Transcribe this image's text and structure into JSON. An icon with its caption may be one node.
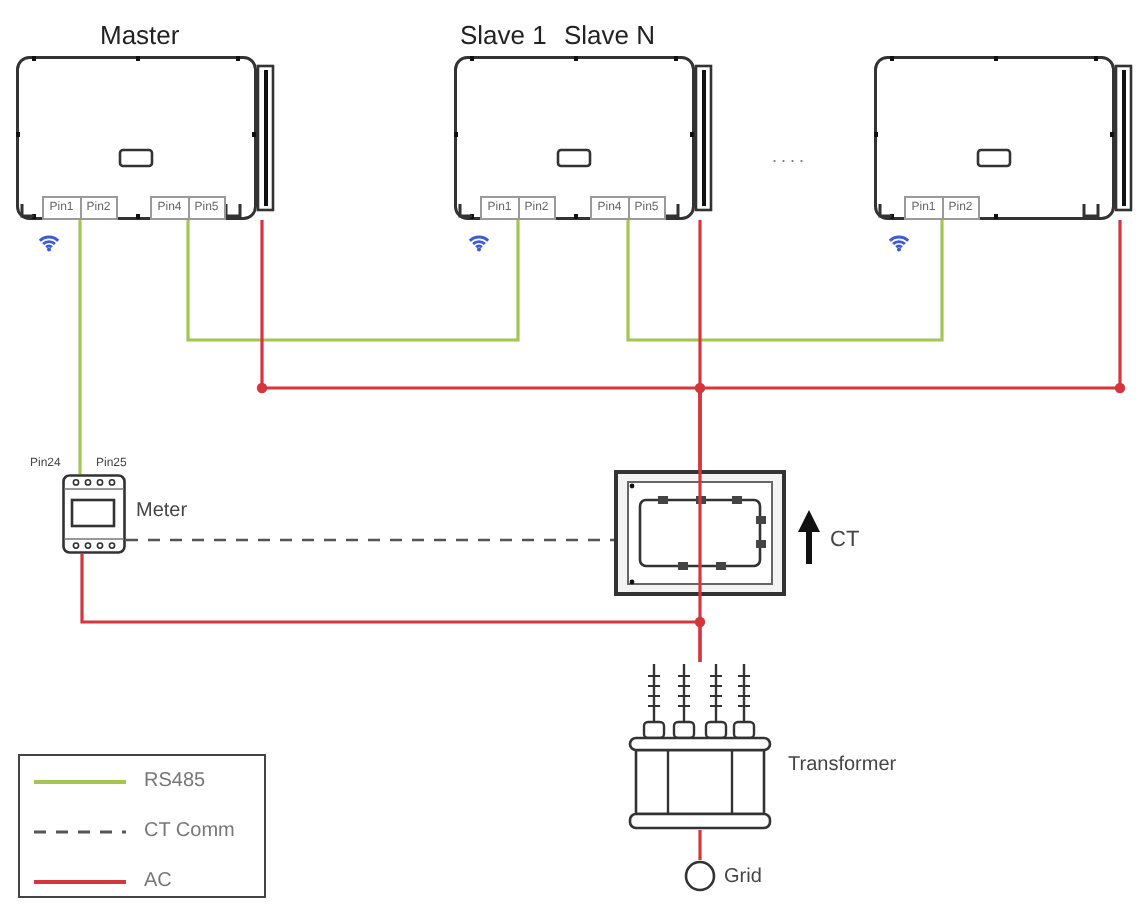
{
  "diagram": {
    "nodes": [
      {
        "text": [
          "Master"
        ]
      },
      {
        "text": [
          "Pin1",
          "Pin2"
        ],
        "in": 0
      },
      {
        "text": [
          "Pin4",
          "Pin5"
        ],
        "in": 0
      },
      {
        "text": [
          "Slave 1",
          "Slave N"
        ]
      },
      {
        "text": [
          "Pin1",
          "Pin2"
        ],
        "in": 3
      },
      {
        "text": [
          "Pin4",
          "Pin5"
        ],
        "in": 3
      },
      {
        "text": [],
        "shape": "picture"
      },
      {
        "text": [
          "Pin1",
          "Pin2"
        ],
        "in": 6
      },
      {
        "text": [],
        "shape": "picture",
        "beside": [
          "Pin24",
          "Pin25",
          "Meter"
        ]
      },
      {
        "text": [],
        "shape": "picture",
        "beside": [
          "CT"
        ]
      },
      {
        "text": [],
        "shape": "picture",
        "beside": [
          "Transformer"
        ]
      },
      {
        "text": [],
        "shape": "circle",
        "beside": [
          "Grid"
        ]
      }
    ],
    "edges": [
      {
        "from": 1,
        "to": 8,
        "arrow": "none",
        "color": "#a3c653"
      },
      {
        "from": 2,
        "to": 4,
        "arrow": "none",
        "color": "#a3c653"
      },
      {
        "from": 5,
        "to": 7,
        "arrow": "none",
        "color": "#a3c653"
      },
      {
        "from": 0,
        "to": 9,
        "arrow": "none"
      },
      {
        "from": 3,
        "to": 9,
        "arrow": "none"
      },
      {
        "from": 6,
        "to": 9,
        "arrow": "none"
      },
      {
        "from": 9,
        "to": 10,
        "arrow": "none"
      },
      {
        "from": 8,
        "to": 10,
        "arrow": "none"
      },
      {
        "from": 10,
        "to": 11,
        "arrow": "none"
      },
      {
        "from": 8,
        "to": 9,
        "arrow": "none",
        "style": "dashed",
        "color": "#555555"
      }
    ],
    "labels": [
      "...."
    ],
    "legend": [
      {
        "text": "RS485"
      },
      {
        "text": "CT Comm"
      },
      {
        "text": "AC"
      }
    ]
  }
}
